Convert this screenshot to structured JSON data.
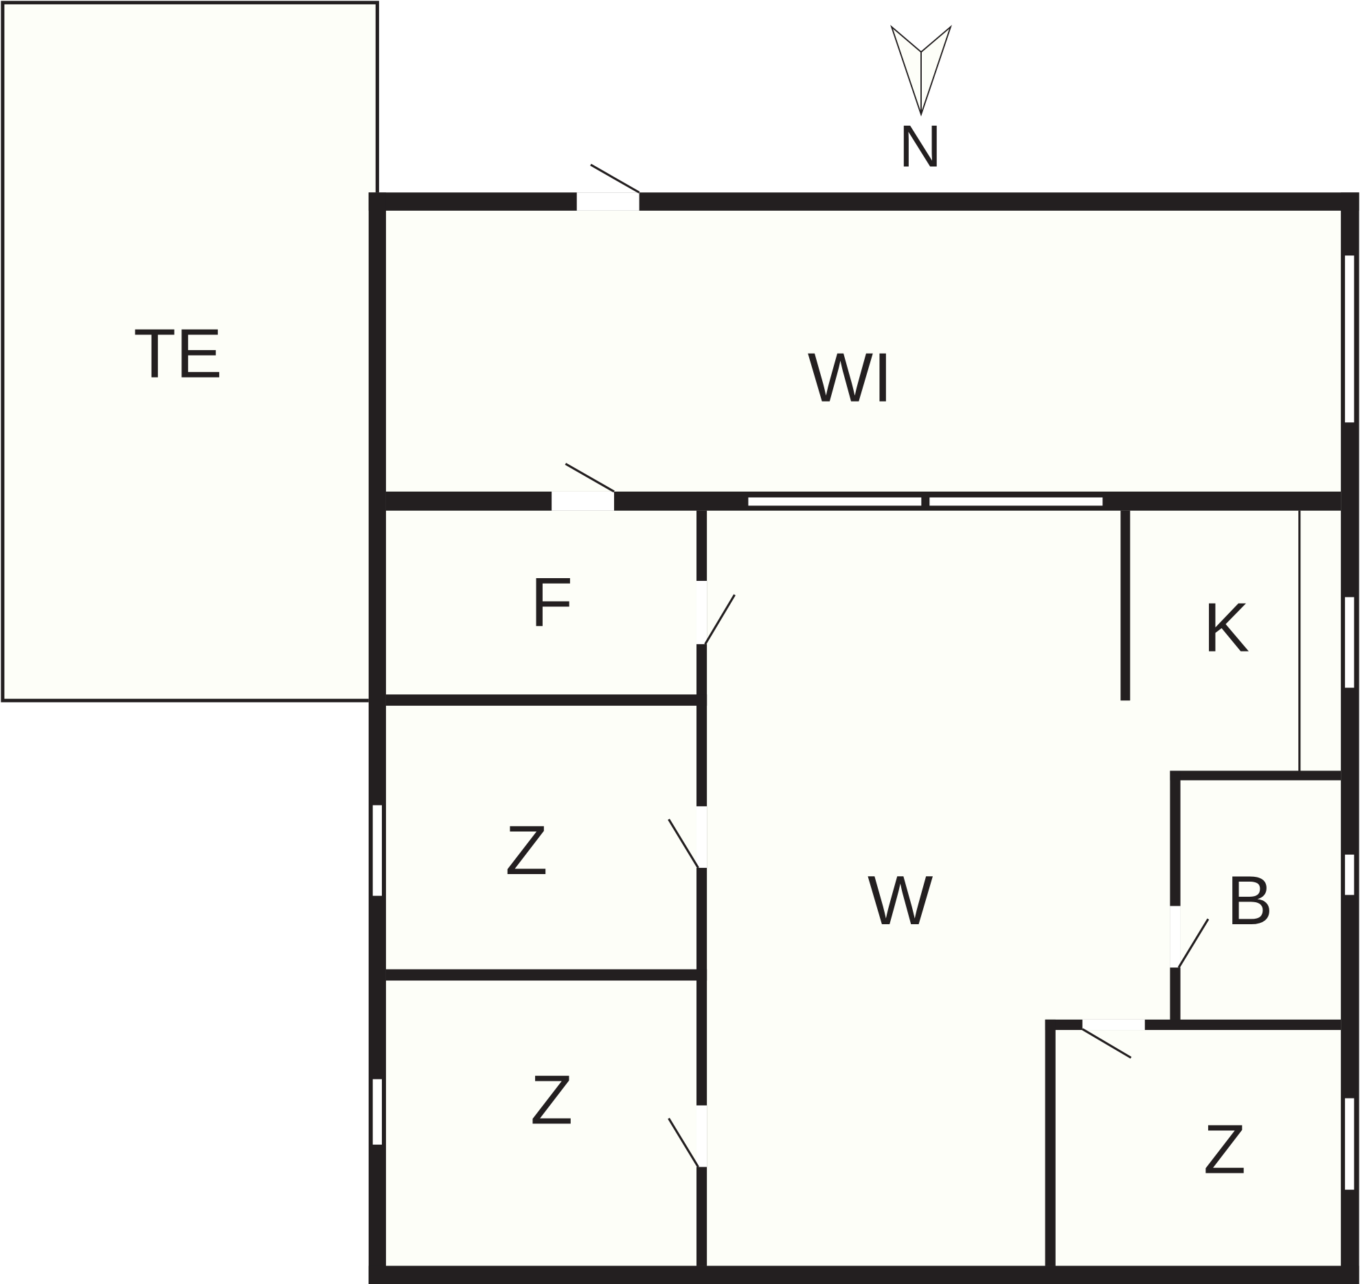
{
  "compass": {
    "label": "N"
  },
  "rooms": {
    "terrace": "TE",
    "living_room": "WI",
    "f_room": "F",
    "kitchen": "K",
    "bedroom_1": "Z",
    "main_room": "W",
    "bathroom": "B",
    "bedroom_2": "Z",
    "bedroom_3": "Z"
  },
  "colors": {
    "wall": "#231f20",
    "floor": "#fdfef8"
  }
}
